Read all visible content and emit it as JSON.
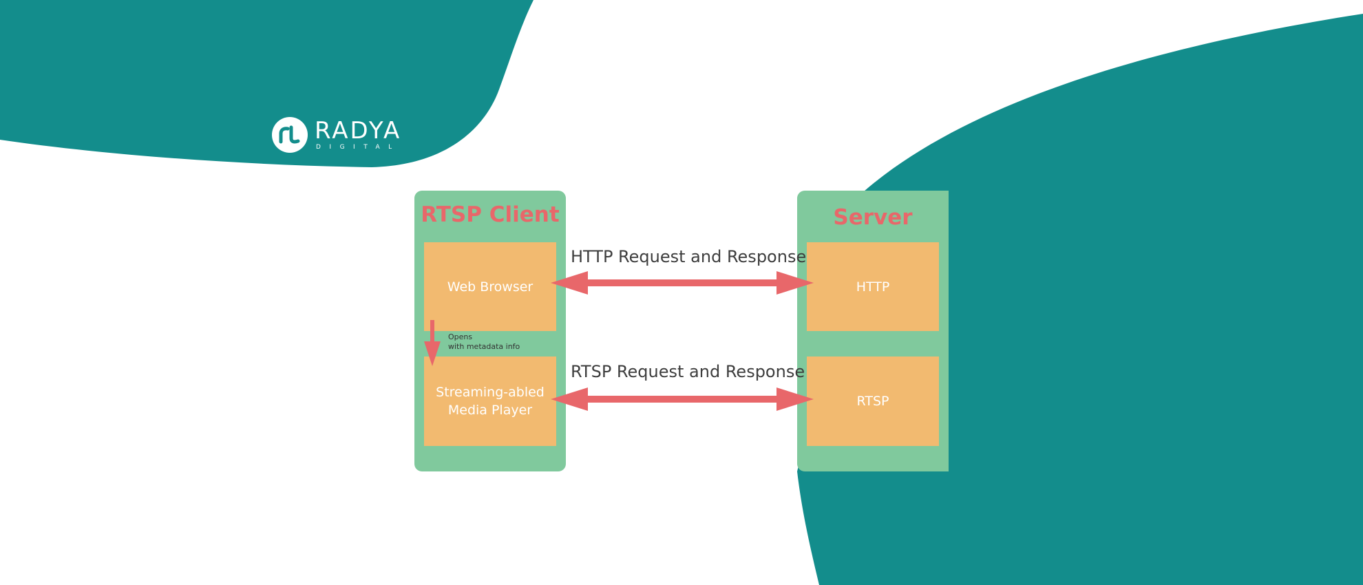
{
  "brand": {
    "name": "RADYA",
    "subtitle": "DIGITAL",
    "colors": {
      "teal": "#138d8c",
      "white": "#ffffff"
    }
  },
  "diagram": {
    "client": {
      "title": "RTSP Client",
      "boxes": {
        "browser": "Web Browser",
        "player": "Streaming-abled\nMedia Player"
      },
      "note": "Opens\nwith metadata info"
    },
    "server": {
      "title": "Server",
      "boxes": {
        "http": "HTTP",
        "rtsp": "RTSP"
      }
    },
    "connections": {
      "http": "HTTP Request and Response",
      "rtsp": "RTSP Request and Response"
    },
    "colors": {
      "panel": "#80c99d",
      "box": "#f2ba70",
      "title": "#e8676a",
      "arrow": "#e8676a"
    }
  }
}
